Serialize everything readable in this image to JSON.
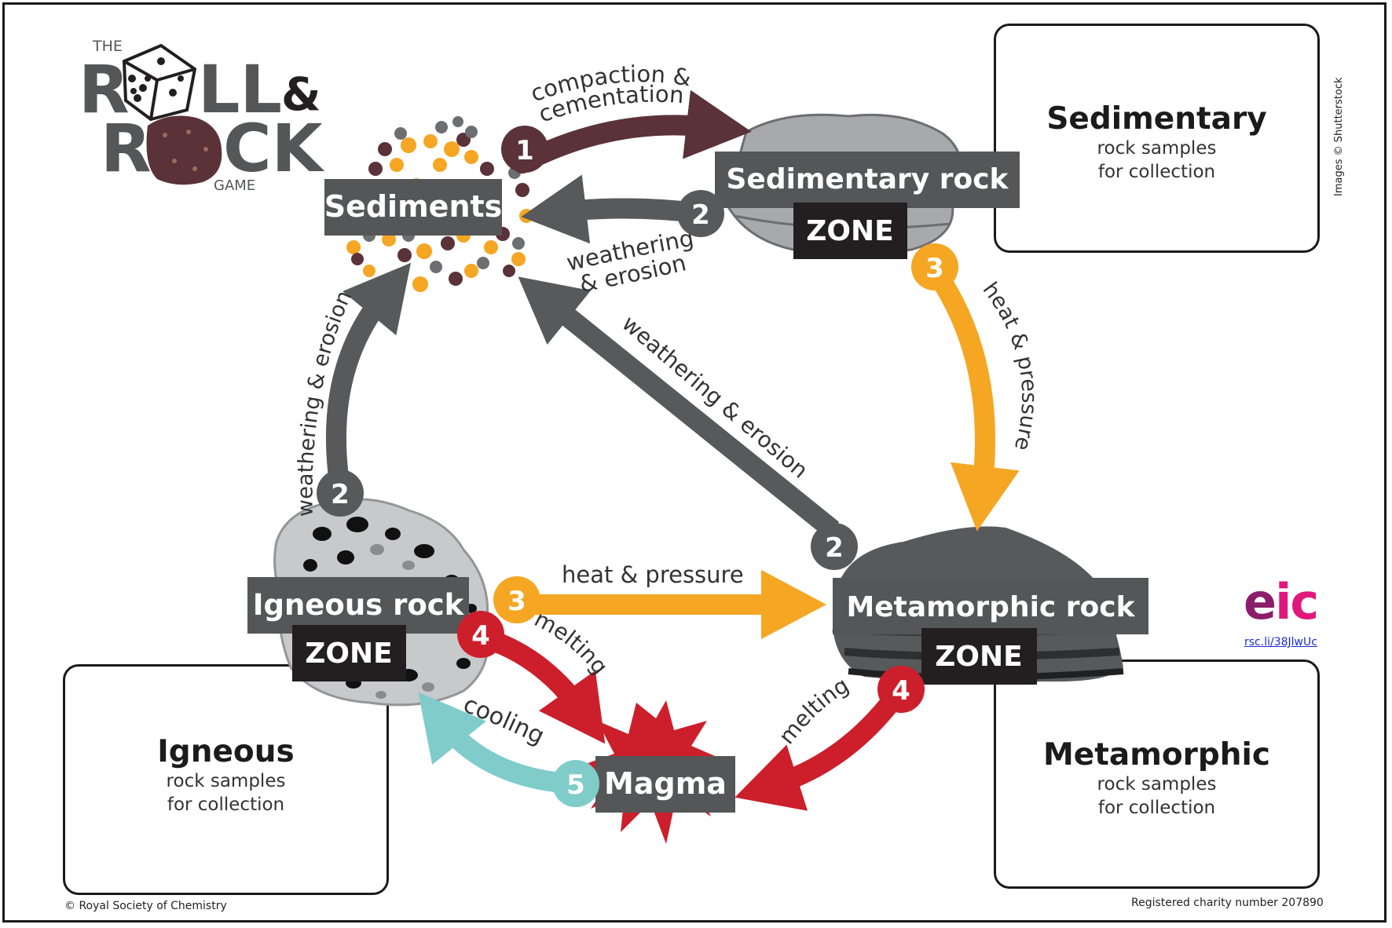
{
  "logo": {
    "line1": "THE",
    "word1a": "R",
    "word1b": "LL",
    "amp": "&",
    "word2a": "R",
    "word2b": "CK",
    "line4": "GAME"
  },
  "boxes": {
    "sedimentary": {
      "title": "Sedimentary",
      "line1": "rock samples",
      "line2": "for collection"
    },
    "igneous": {
      "title": "Igneous",
      "line1": "rock samples",
      "line2": "for collection"
    },
    "metamorphic": {
      "title": "Metamorphic",
      "line1": "rock samples",
      "line2": "for collection"
    }
  },
  "nodes": {
    "sediments": "Sediments",
    "sedimentary_rock": "Sedimentary rock",
    "igneous_rock": "Igneous rock",
    "metamorphic_rock": "Metamorphic rock",
    "magma": "Magma",
    "zone": "ZONE"
  },
  "arrows": {
    "compaction_1": "compaction &",
    "compaction_2": "cementation",
    "weathering_top_1": "weathering",
    "weathering_top_2": "& erosion",
    "weathering_left": "weathering & erosion",
    "weathering_diag": "weathering & erosion",
    "heat_right": "heat & pressure",
    "heat_bottom": "heat & pressure",
    "melting_left": "melting",
    "melting_right": "melting",
    "cooling": "cooling"
  },
  "steps": {
    "s1": "1",
    "s2": "2",
    "s3": "3",
    "s4": "4",
    "s5": "5"
  },
  "credits": {
    "copyright": "© Royal Society of Chemistry",
    "charity": "Registered charity number 207890",
    "images": "Images © Shutterstock",
    "eic_e": "e",
    "eic_ic": "ic",
    "eic_link": "rsc.li/38JlwUc"
  },
  "colors": {
    "dark_grey": "#58595b",
    "label_grey": "#555657",
    "zone_black": "#231f20",
    "maroon": "#5a3238",
    "orange": "#f5a623",
    "red": "#cc1f2b",
    "teal": "#7fcccb",
    "eic_purple": "#8b1e6b",
    "eic_pink": "#e0187d"
  }
}
